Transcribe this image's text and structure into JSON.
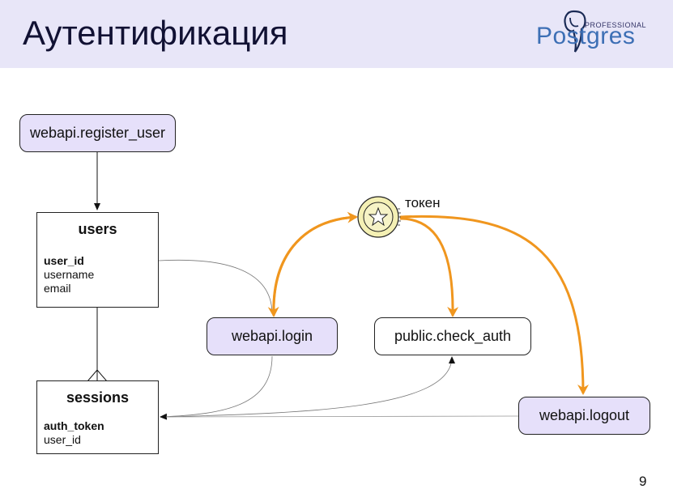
{
  "title": "Аутентификация",
  "logo": {
    "top_text": "PROFESSIONAL",
    "word": "Postgres"
  },
  "nodes": {
    "register": "webapi.register_user",
    "login": "webapi.login",
    "check_auth": "public.check_auth",
    "logout": "webapi.logout"
  },
  "tables": {
    "users": {
      "name": "users",
      "fields": [
        "user_id",
        "username",
        "email"
      ]
    },
    "sessions": {
      "name": "sessions",
      "fields": [
        "auth_token",
        "user_id"
      ]
    }
  },
  "token_label": "токен",
  "page_number": "9",
  "colors": {
    "header_bg": "#e8e6f8",
    "node_bg": "#e6e0fa",
    "token_arrow": "#f0961e",
    "logo_blue": "#3d6fb5",
    "coin": "#f4f0b4"
  },
  "icons": [
    "postgres-elephant-icon",
    "token-coin-icon"
  ]
}
